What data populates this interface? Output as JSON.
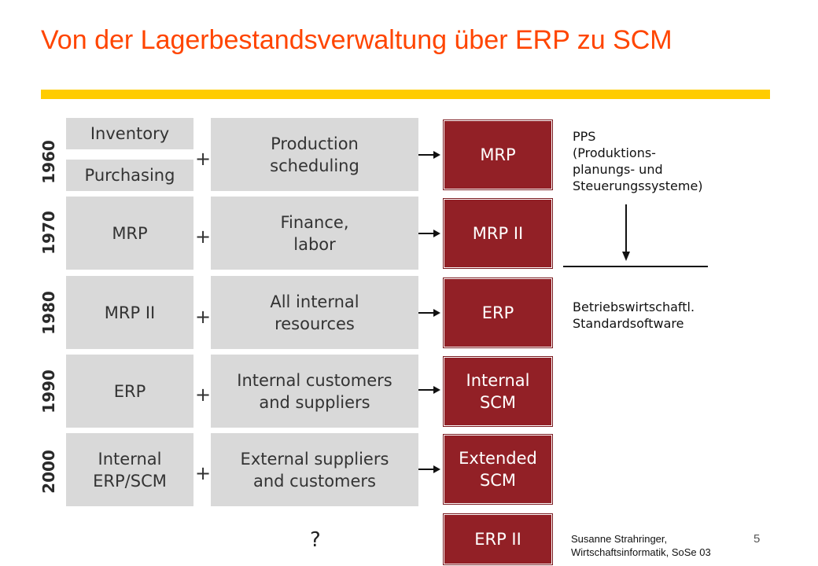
{
  "title": "Von der Lagerbestandsverwaltung über ERP zu SCM",
  "rows": [
    {
      "year": "1960",
      "left_top": "Inventory",
      "left_bottom": "Purchasing",
      "plus": "+",
      "middle": "Production\nscheduling",
      "result": "MRP"
    },
    {
      "year": "1970",
      "left": "MRP",
      "plus": "+",
      "middle": "Finance,\nlabor",
      "result": "MRP II"
    },
    {
      "year": "1980",
      "left": "MRP II",
      "plus": "+",
      "middle": "All internal\nresources",
      "result": "ERP"
    },
    {
      "year": "1990",
      "left": "ERP",
      "plus": "+",
      "middle": "Internal customers\nand suppliers",
      "result": "Internal\nSCM"
    },
    {
      "year": "2000",
      "left": "Internal\nERP/SCM",
      "plus": "+",
      "middle": "External suppliers\nand customers",
      "result": "Extended\nSCM"
    }
  ],
  "future": {
    "question": "?",
    "result": "ERP II"
  },
  "side": {
    "pps": "PPS\n(Produktions-\nplanungs- und\nSteuerungssysteme)",
    "standard": "Betriebswirtschaftl.\nStandardsoftware"
  },
  "footer": {
    "author": "Susanne Strahringer,\nWirtschaftsinformatik, SoSe 03",
    "page": "5"
  },
  "colors": {
    "title": "#ff4500",
    "bar": "#ffcc00",
    "gray_box": "#d9d9d9",
    "red_box": "#922026"
  }
}
